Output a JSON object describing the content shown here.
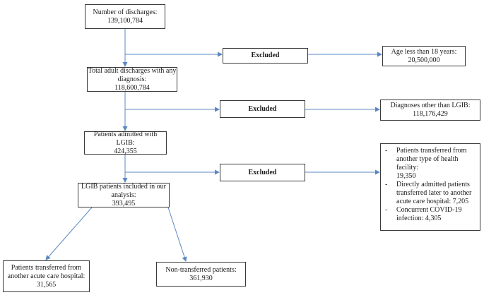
{
  "flowchart": {
    "start": {
      "label": "Number of discharges:",
      "value": "139,100,784"
    },
    "adults": {
      "label": "Total adult discharges with any diagnosis:",
      "value": "118,600,784"
    },
    "lgib_admitted": {
      "label": "Patients admitted with LGIB:",
      "value": "424,355"
    },
    "lgib_included": {
      "label": "LGIB patients included in our analysis:",
      "value": "393,495"
    },
    "transferred": {
      "label": "Patients transferred from another acute care hospital:",
      "value": "31,565"
    },
    "non_transferred": {
      "label": "Non-transferred patients:",
      "value": "361,930"
    },
    "excluded_label": "Excluded",
    "exclusion_1": {
      "label": "Age less than 18 years:",
      "value": "20,500,000"
    },
    "exclusion_2": {
      "label": "Diagnoses other than LGIB:",
      "value": "118,176,429"
    },
    "exclusion_3": {
      "items": [
        {
          "label": "Patients transferred from another type of health facility:",
          "value": "19,350"
        },
        {
          "label": "Directly admitted patients transferred later to another acute care hospital: 7,205",
          "value": ""
        },
        {
          "label": "Concurrent COVID-19 infection: 4,305",
          "value": ""
        }
      ]
    }
  },
  "colors": {
    "arrow": "#5b87c0",
    "border": "#3a3a3a"
  }
}
